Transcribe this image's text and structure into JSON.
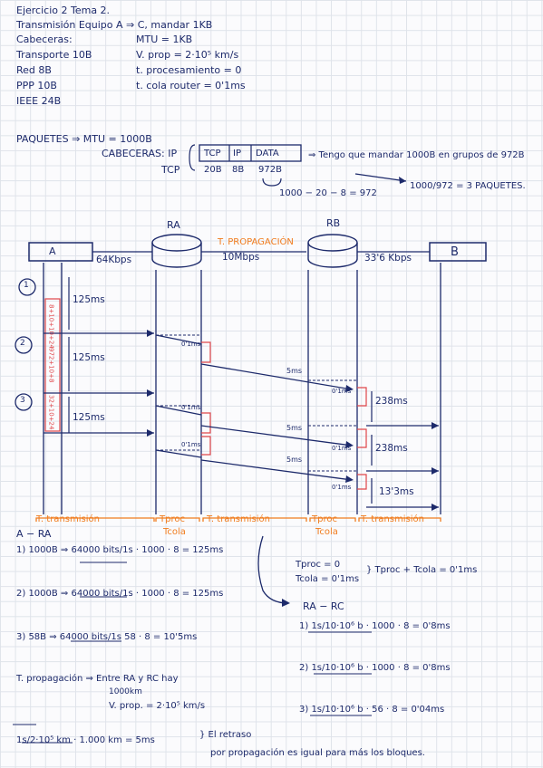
{
  "header": {
    "title": "Ejercicio 2 Tema 2.",
    "subtitle": "Transmisión Equipo A ⇒ C, mandar 1KB",
    "col1": [
      "Cabeceras:",
      "Transporte 10B",
      "Red 8B",
      "PPP 10B",
      "IEEE 24B"
    ],
    "col2": [
      "MTU = 1KB",
      "V. prop = 2·10⁵ km/s",
      "t. procesamiento = 0",
      "t. cola router = 0'1ms"
    ]
  },
  "packets": {
    "label": "PAQUETES ⇒ MTU = 1000B",
    "cabeceras": "CABECERAS: IP",
    "tcp": "TCP",
    "table_headers": [
      "TCP",
      "IP",
      "DATA"
    ],
    "table_values": [
      "20B",
      "8B",
      "972B"
    ],
    "note": "⇒ Tengo que mandar 1000B en grupos de 972B",
    "calc": "1000 − 20 − 8 = 972",
    "result": "1000/972 = 3 PAQUETES."
  },
  "diagram": {
    "node_a": "A",
    "node_ra": "RA",
    "node_rb": "RB",
    "node_b": "B",
    "link_a": "64Kbps",
    "link_mid_title": "T. PROPAGACIÓN",
    "link_mid": "10Mbps",
    "link_b": "33'6 Kbps",
    "steps": [
      "1",
      "2",
      "3"
    ],
    "times_a": [
      "125ms",
      "125ms",
      "125ms"
    ],
    "times_b": [
      "238ms",
      "238ms",
      "13'3ms"
    ],
    "small_01": "0'1ms",
    "small_5ms": "5ms",
    "red_labels": [
      "8+10+10+24",
      "972+10+8",
      "32+10+24"
    ],
    "bottom_labels": [
      "T. transmisión",
      "Tproc",
      "Tcola",
      "T. transmisión",
      "Tproc",
      "Tcola",
      "T. transmisión"
    ]
  },
  "bottom": {
    "ara": "A − RA",
    "a1": "1) 1000B ⇒  64000 bits/1s · 1000 · 8 = 125ms",
    "a2": "2) 1000B ⇒  64000 bits/1s · 1000 · 8 = 125ms",
    "a3": "3) 58B ⇒  64000 bits/1s  58 · 8 = 10'5ms",
    "prop": "T. propagación ⇒ Entre RA y RC hay",
    "prop_dist": "1000km",
    "prop_v": "V. prop. = 2·10⁵ km/s",
    "prop_calc": "1s/2·10⁵ km · 1.000 km = 5ms",
    "prop_note1": "} El retraso",
    "prop_note2": "por propagación es igual para más los bloques.",
    "tproc": "Tproc = 0",
    "tcola": "Tcola = 0'1ms",
    "tsum": "} Tproc + Tcola = 0'1ms",
    "rarc": "RA − RC",
    "r1": "1)  1s/10·10⁶ b · 1000 · 8 = 0'8ms",
    "r2": "2)  1s/10·10⁶ b · 1000 · 8 = 0'8ms",
    "r3": "3)  1s/10·10⁶ b · 56 · 8 = 0'04ms"
  }
}
